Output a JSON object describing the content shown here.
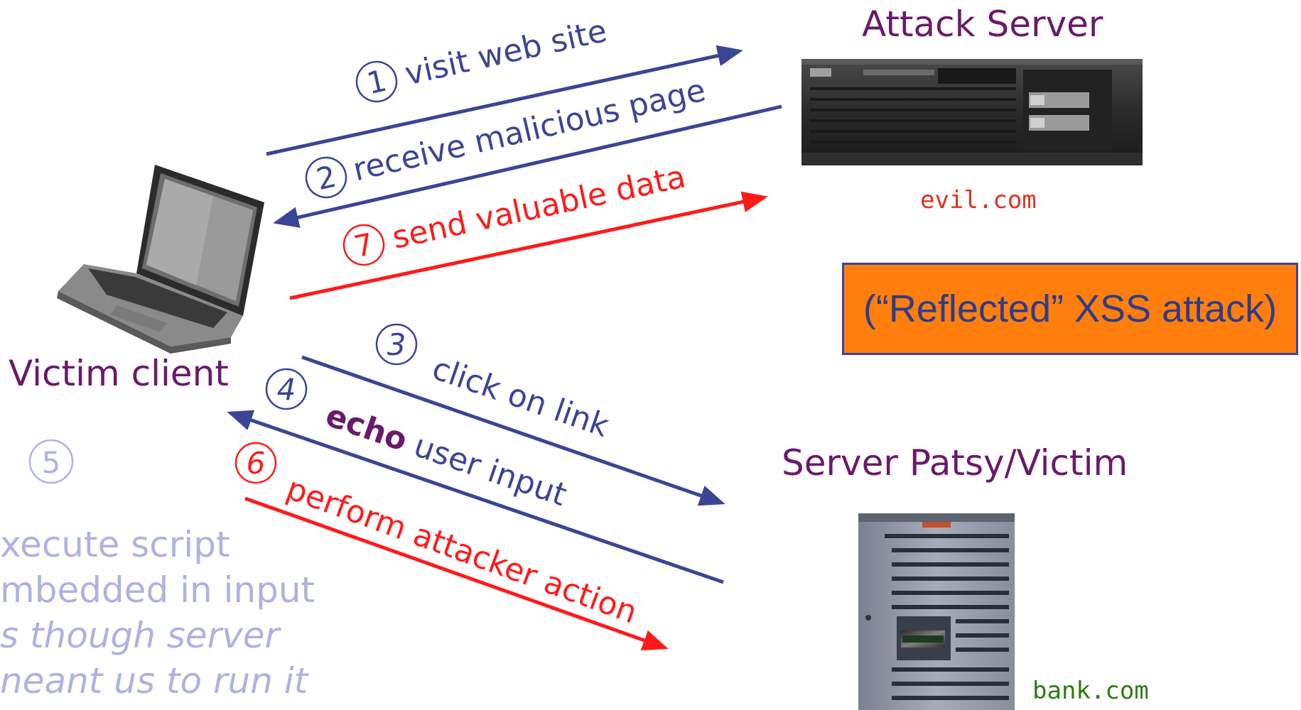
{
  "labels": {
    "attack_server": "Attack Server",
    "evil_domain": "evil.com",
    "victim_client": "Victim client",
    "server_patsy": "Server Patsy/Victim",
    "bank_domain": "bank.com",
    "attack_type": "(“Reflected” XSS attack)"
  },
  "steps": [
    {
      "num": "1",
      "text": "visit web site"
    },
    {
      "num": "2",
      "text": "receive malicious page"
    },
    {
      "num": "7",
      "text": "send valuable data"
    },
    {
      "num": "3",
      "text": "click on link"
    },
    {
      "num": "4",
      "bold": "echo",
      "text": " user input"
    },
    {
      "num": "6",
      "text": "perform attacker action"
    },
    {
      "num": "5"
    }
  ],
  "note": {
    "line1": "xecute script",
    "line2": "mbedded in input",
    "line3": "s though server",
    "line4": "neant us to run it"
  },
  "colors": {
    "blue": "#3c4496",
    "red": "#ff1a1a",
    "purple": "#6a1a6a",
    "faded": "#aeb2e0",
    "evil_text": "#e0301e",
    "bank_text": "#2e7d12",
    "box_fill": "#ff7f0e"
  }
}
